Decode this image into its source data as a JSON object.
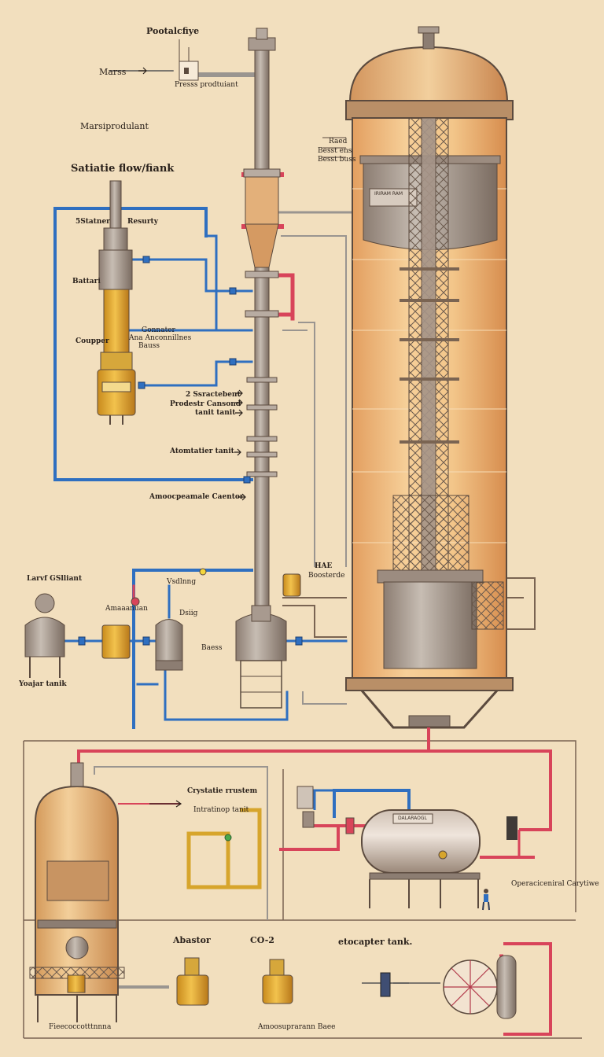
{
  "colors": {
    "background": "#f2dfbe",
    "pipe_blue": "#2f6fc0",
    "pipe_red": "#d8445a",
    "pipe_gray": "#8c8c8c",
    "pipe_yellow": "#d7a52c",
    "vessel_tan": "#e9b777",
    "metal_dark": "#5b4a3e",
    "frame_line": "#7a6452"
  },
  "labels": {
    "top_title": "Pootalcfiye",
    "marks": "Marss",
    "press_product": "Presss prodtuiant",
    "marsi_product": "Marsiprodulant",
    "satiatic_flow": "Satiatie flow/fiank",
    "stacker": "5Statner",
    "resurty": "Resurty",
    "battari": "Battari",
    "coupper": "Coupper",
    "gonnator": "Gonnater",
    "ana_antenna": "Ana Anconnillnes",
    "bauss": "Bauss",
    "s_cleaner": "2 Ssractebent",
    "product_cleaner": "Prodestr Cansond",
    "tank_tank": "tanit tanit",
    "atomatizer_tank": "Atomtatier tanit",
    "atmospheric_separator": "Amoocpeamale Caentor",
    "h_ae": "HAE",
    "ha_boosters": "Boosterde",
    "larvo_gullant": "Larvf GSlliant",
    "yoajar_tank": "Yoajar tanik",
    "ammonium": "Amaaanuan",
    "vessel_sun": "Vsdlnng",
    "dsig": "Dsiig",
    "crystal_system": "Crystatie rrustem",
    "intermediate_tank": "Intratinop tanit",
    "abastor": "Abastor",
    "co2": "CO-2",
    "etocapter_tank": "etocapter tank.",
    "operational_capture": "Operaciceniral Carytiwe",
    "feedstock_station": "Fieecoccotttnnna",
    "annonium_buffer": "Amoosuprarann Baee",
    "ba_press": "Baess",
    "tower_tag_1": "Raed",
    "tower_tag_2": "Besst ens",
    "tower_tag_3": "Besst buss"
  },
  "fine_print": {
    "column_tag": "IRIRAM RAM",
    "horizontal_tank_tag": "DALARAOGL"
  }
}
